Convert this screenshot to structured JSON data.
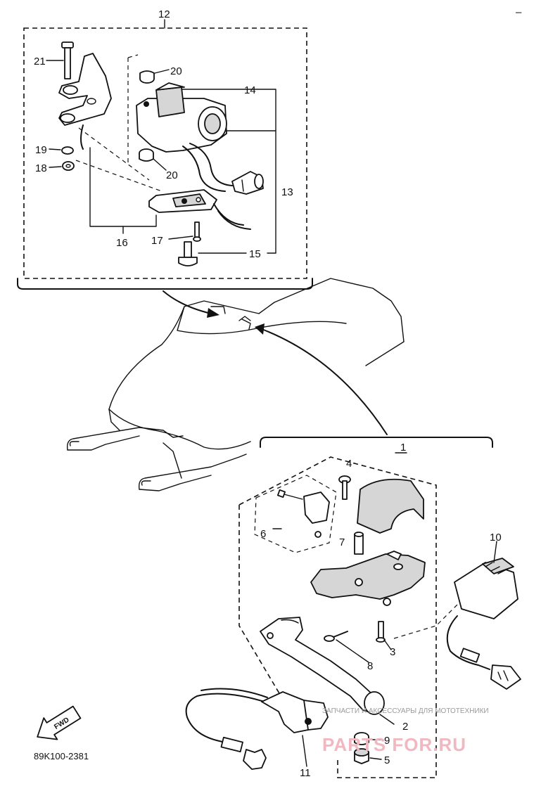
{
  "diagram": {
    "corner_mark": "–",
    "drawing_code": "89K100-2381",
    "fwd_label": "FWD",
    "labels": {
      "p1": "1",
      "p2": "2",
      "p3": "3",
      "p4": "4",
      "p5": "5",
      "p6": "6",
      "p7": "7",
      "p8": "8",
      "p9": "9",
      "p10": "10",
      "p11": "11",
      "p12": "12",
      "p13": "13",
      "p14": "14",
      "p15": "15",
      "p16": "16",
      "p17": "17",
      "p18": "18",
      "p19": "19",
      "p20a": "20",
      "p20b": "20",
      "p21": "21"
    }
  },
  "watermark": {
    "tagline": "ЗАПЧАСТИ И АКСЕССУАРЫ ДЛЯ МОТОТЕХНИКИ",
    "brand": "PARTS FOR.RU"
  }
}
